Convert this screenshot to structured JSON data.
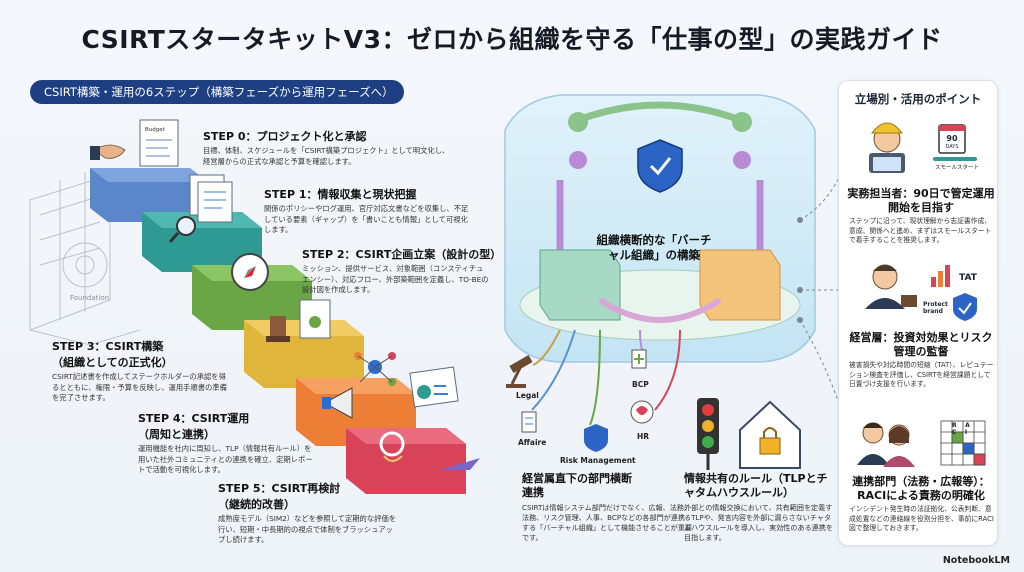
{
  "title": "CSIRTスタータキットV3：ゼロから組織を守る「仕事の型」の実践ガイド",
  "phase_bar": "CSIRT構築・運用の6ステップ（構築フェーズから運用フェーズへ）",
  "steps": [
    {
      "title": "STEP 0：プロジェクト化と承認",
      "body": "目標、体制、スケジュールを「CSIRT構築プロジェクト」として明文化し、経営層からの正式な承認と予算を確認します。"
    },
    {
      "title": "STEP 1：情報収集と現状把握",
      "body": "関係のポリシーやログ運用、官庁対応文書などを収集し、不足している要素（ギャップ）を「書いことも情報」として可視化します。"
    },
    {
      "title": "STEP 2：CSIRT企画立案（設計の型）",
      "body": "ミッション、提供サービス、対象範囲（コンスティチュエンシー）、対応フロー、外部築範囲を定義し、TO-BEの設計図を作成します。"
    },
    {
      "title": "STEP 3：CSIRT構築",
      "subtitle": "（組織としての正式化）",
      "body": "CSIRT記述書を作成してステークホルダーの承認を得るとともに、権限・予算を反映し、運用手順書の準備を完了させます。"
    },
    {
      "title": "STEP 4：CSIRT運用",
      "subtitle": "（周知と連携）",
      "body": "運用機能を社内に周知し、TLP（情報共有ルール）を用いた社外コミュニティとの連携を確立、定期レポートで活動を可視化します。"
    },
    {
      "title": "STEP 5：CSIRT再検討",
      "subtitle": "（継続的改善）",
      "body": "成熟度モデル（SIM2）などを参照して定期的な評価を行い、短期・中長期的の視点で体制をブラッシュアップし続けます。"
    }
  ],
  "illus": {
    "budget": "Budget",
    "foundation": "Foundation"
  },
  "center": {
    "title": "組織横断的な「バーチャル組織」の構築",
    "labels": {
      "legal": "Legal",
      "affaire": "Affaire",
      "risk": "Risk Management",
      "bcp": "BCP",
      "hr": "HR"
    },
    "bottom_left_title": "経営属直下の部門横断連携",
    "bottom_left_body": "CSIRTは情報システム部門だけでなく、広報、法務、法務、リスク管理、人事、BCPなどの各部門が連携する「バーチャル組織」として機能させることが重要です。",
    "bottom_right_title": "情報共有のルール（TLPとチャタムハウスルール）",
    "bottom_right_body": "外部との情報交換において、共有範囲を定義するTLPや、発言内容を外部に漏らさないチャタムハウスルールを導入し、実効性のある連携を目指します。"
  },
  "side": {
    "heading": "立場別・活用のポイント",
    "calendar_num": "90",
    "calendar_unit": "DAYS",
    "small_start": "スモールスタート",
    "tat": "TAT",
    "protect_brand": "Protect brand",
    "raci_letters": "R A C I",
    "roles": [
      {
        "title": "実務担当者：90日で管定運用開始を目指す",
        "body": "ステップに沿って、現状理解から志証書作成、意成、関係へと進め、まずはスモールスタートで着手することを推奨します。"
      },
      {
        "title": "経営層：投資対効果とリスク管理の監督",
        "body": "被害損失や対応時間の短縮（TAT）、レピュテーション検査を評価し、CSIRTを経営課題として日置づけ支援を行います。"
      },
      {
        "title": "連携部門（法務・広報等）：RACIによる責務の明確化",
        "body": "インシデント発生時の法証拠化、公表判断、意成処置などの連絡線を役割分担を、事前にRACI図で整理しておきます。"
      }
    ]
  },
  "footer": "NotebookLM",
  "colors": {
    "step0": "#5b86c9",
    "step1": "#2f9a93",
    "step2": "#6aa646",
    "step3": "#e0b53b",
    "step4": "#ec7f35",
    "step5": "#d8435a",
    "navy": "#1e3f82",
    "shield": "#2b64c4"
  }
}
